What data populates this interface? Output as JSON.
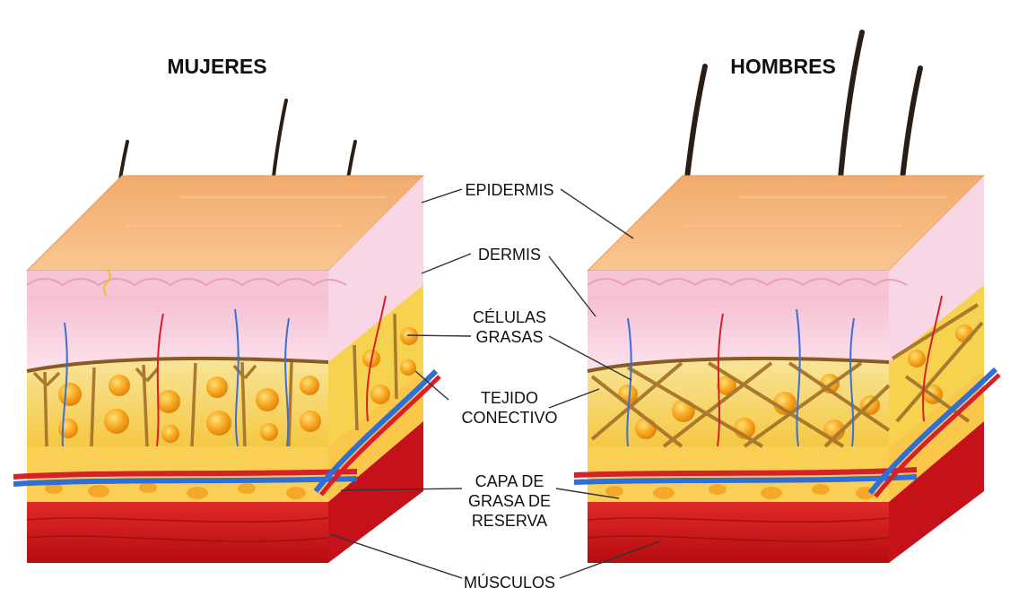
{
  "panels": [
    {
      "id": "women",
      "title": "MUJERES",
      "septa": "vertical"
    },
    {
      "id": "men",
      "title": "HOMBRES",
      "septa": "crossed"
    }
  ],
  "labels": {
    "epidermis": [
      "EPIDERMIS"
    ],
    "dermis": [
      "DERMIS"
    ],
    "fat_cells": [
      "CÉLULAS",
      "GRASAS"
    ],
    "connective": [
      "TEJIDO",
      "CONECTIVO"
    ],
    "reserve_fat": [
      "CAPA DE",
      "GRASA DE",
      "RESERVA"
    ],
    "muscles": [
      "MÚSCULOS"
    ]
  },
  "colors": {
    "epidermis": "#f5b87f",
    "dermis": "#f7d3e2",
    "fat_layer": "#f6c93a",
    "fat_cell": "#f39c12",
    "septa": "#a8792f",
    "reserve_fat": "#f8c848",
    "muscle": "#d9191e",
    "artery": "#d6202a",
    "vein": "#2f6fd6",
    "hair": "#2a1d16"
  }
}
